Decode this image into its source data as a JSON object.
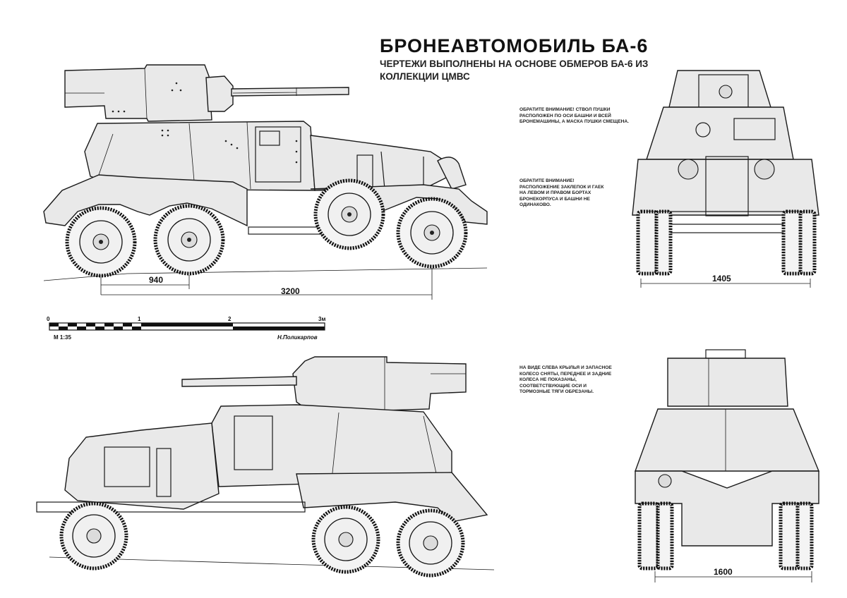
{
  "header": {
    "title": "БРОНЕАВТОМОБИЛЬ БА-6",
    "subtitle_line1": "ЧЕРТЕЖИ ВЫПОЛНЕНЫ НА ОСНОВЕ ОБМЕРОВ БА-6 ИЗ",
    "subtitle_line2": "КОЛЛЕКЦИИ ЦМВС"
  },
  "notes": {
    "gun_offset": "ОБРАТИТЕ ВНИМАНИЕ! СТВОЛ ПУШКИ\nРАСПОЛОЖЕН ПО ОСИ БАШНИ И ВСЕЙ\nБРОНЕМАШИНЫ, А МАСКА ПУШКИ СМЕЩЕНА.",
    "hatches": "ОБРАТИТЕ ВНИМАНИЕ!\nРАСПОЛОЖЕНИЕ ЗАКЛЕПОК И ГАЕК\nНА ЛЕВОМ И ПРАВОМ БОРТАХ\nБРОНЕКОРПУСА И БАШНИ НЕ\nОДИНАКОВО.",
    "left_view": "НА ВИДЕ СЛЕВА КРЫЛЬЯ И ЗАПАСНОЕ\nКОЛЕСО СНЯТЫ, ПЕРЕДНЕЕ И ЗАДНИЕ\nКОЛЕСА НЕ ПОКАЗАНЫ,\nСООТВЕТСТВУЮЩИЕ ОСИ И\nТОРМОЗНЫЕ ТЯГИ ОБРЕЗАНЫ."
  },
  "dimensions": {
    "axle_spacing": "940",
    "wheelbase": "3200",
    "front_track": "1405",
    "rear_track": "1600"
  },
  "scale_bar": {
    "ticks": [
      "0",
      "1",
      "2",
      "3м"
    ],
    "scale": "М 1:35",
    "author": "Н.Поликарпов"
  }
}
